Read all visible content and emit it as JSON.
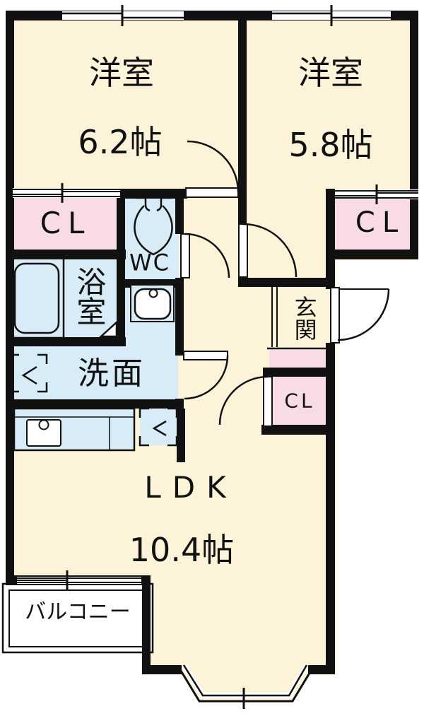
{
  "plan": {
    "type": "apartment-floor-plan",
    "colors": {
      "room_cream": "#FCF3D8",
      "closet_pink": "#F9DBE7",
      "wet_area_blue": "#D7ECF7",
      "wall_black": "#111111",
      "exterior_white": "#FFFFFF"
    },
    "rooms": {
      "bedroom1": {
        "name": "洋室",
        "size": "6.2帖"
      },
      "bedroom2": {
        "name": "洋室",
        "size": "5.8帖"
      },
      "closet_left": {
        "label": "CL"
      },
      "closet_right": {
        "label": "CL"
      },
      "closet_hall": {
        "label": "CL"
      },
      "wc": {
        "label": "WC"
      },
      "bath": {
        "name": "浴室"
      },
      "washroom": {
        "name": "洗面"
      },
      "entrance": {
        "name": "玄関"
      },
      "ldk": {
        "name": "LDK",
        "size": "10.4帖"
      },
      "balcony": {
        "name": "バルコニー"
      }
    }
  }
}
